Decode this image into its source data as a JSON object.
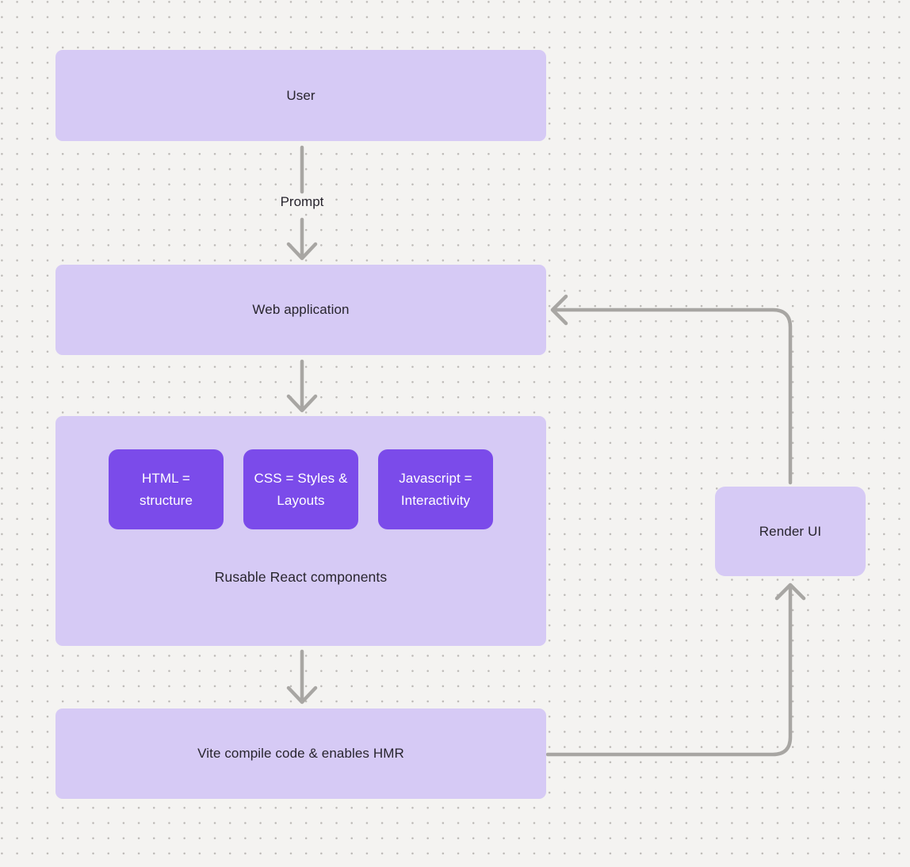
{
  "diagram": {
    "nodes": {
      "user": {
        "label": "User"
      },
      "web_application": {
        "label": "Web application"
      },
      "components_group": {
        "label": "Rusable React components",
        "children": [
          {
            "label": "HTML = structure"
          },
          {
            "label": "CSS = Styles & Layouts"
          },
          {
            "label": "Javascript = Interactivity"
          }
        ]
      },
      "vite": {
        "label": "Vite compile code & enables HMR"
      },
      "render_ui": {
        "label": "Render UI"
      }
    },
    "edges": {
      "prompt_label": "Prompt"
    },
    "colors": {
      "canvas_bg": "#f4f3f1",
      "dot": "#bcb9b6",
      "node_fill": "#d6caf5",
      "child_fill": "#7b4bea",
      "node_text": "#28252e",
      "child_text": "#ffffff",
      "arrow": "#a8a6a3"
    }
  }
}
